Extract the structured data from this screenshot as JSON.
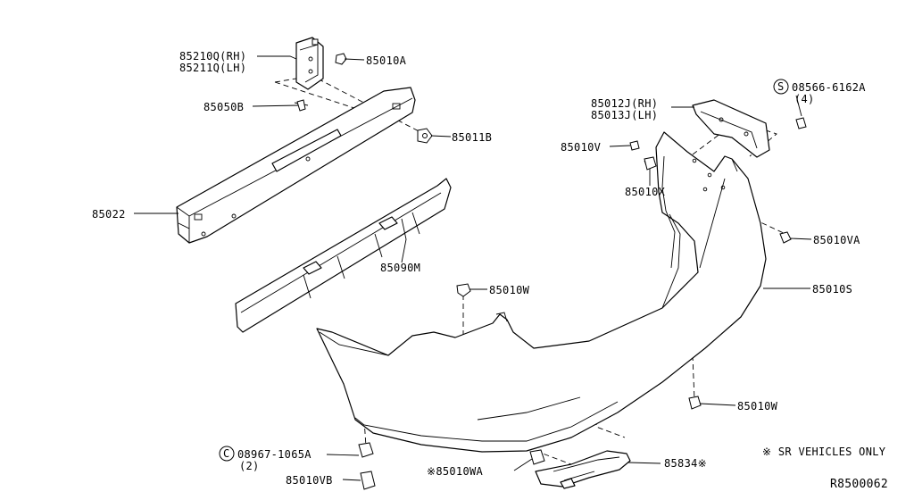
{
  "labels": {
    "p85210q": "85210Q(RH)",
    "p85211q": "85211Q(LH)",
    "p85010a": "85010A",
    "p85050b": "85050B",
    "p85011b": "85011B",
    "p85022": "85022",
    "p85090m": "85090M",
    "p85012j": "85012J(RH)",
    "p85013j": "85013J(LH)",
    "p08566": "08566-6162A",
    "p08566_qty": "(4)",
    "p08566_symbol": "S",
    "p85010v": "85010V",
    "p85010x": "85010X",
    "p85010va": "85010VA",
    "p85010w_top": "85010W",
    "p85010s": "85010S",
    "p85010w_bottom": "85010W",
    "p08967": "08967-1065A",
    "p08967_qty": "(2)",
    "p08967_symbol": "C",
    "p85010vb": "85010VB",
    "p85010wa": "※85010WA",
    "p85834": "85834※",
    "note": "※ SR VEHICLES ONLY",
    "diagram_code": "R8500062"
  }
}
